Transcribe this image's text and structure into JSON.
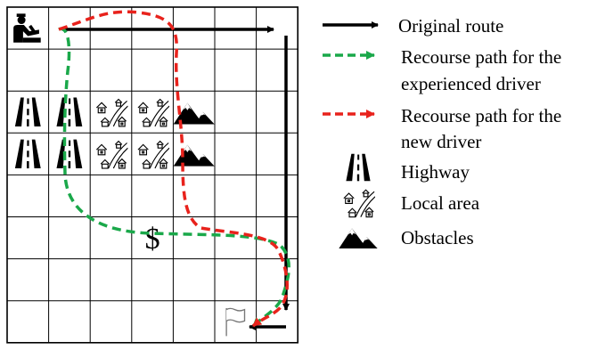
{
  "grid": {
    "rows": 8,
    "cols": 7
  },
  "icons": {
    "driver": "driver-icon",
    "highway": "highway-icon",
    "local_area": "local-area-icon",
    "obstacle": "mountain-icon",
    "money": "dollar-icon",
    "goal": "flag-icon"
  },
  "cells": {
    "highway": [
      [
        2,
        0
      ],
      [
        2,
        1
      ],
      [
        3,
        0
      ],
      [
        3,
        1
      ]
    ],
    "local_area": [
      [
        2,
        2
      ],
      [
        2,
        3
      ],
      [
        3,
        2
      ],
      [
        3,
        3
      ]
    ],
    "obstacle": [
      [
        2,
        4
      ],
      [
        3,
        4
      ]
    ],
    "driver": [
      0,
      0
    ],
    "money": [
      5,
      3
    ],
    "goal": [
      7,
      5
    ]
  },
  "money_symbol": "$",
  "colors": {
    "original_route": "#000000",
    "experienced_route": "#1aa84a",
    "new_driver_route": "#e8221c",
    "grid": "#000000"
  },
  "legend": {
    "original_route": "Original route",
    "experienced_line1": "Recourse path for the",
    "experienced_line2": "experienced driver",
    "new_line1": "Recourse path for the",
    "new_line2": "new driver",
    "highway": "Highway",
    "local_area": "Local area",
    "obstacles": "Obstacles"
  }
}
